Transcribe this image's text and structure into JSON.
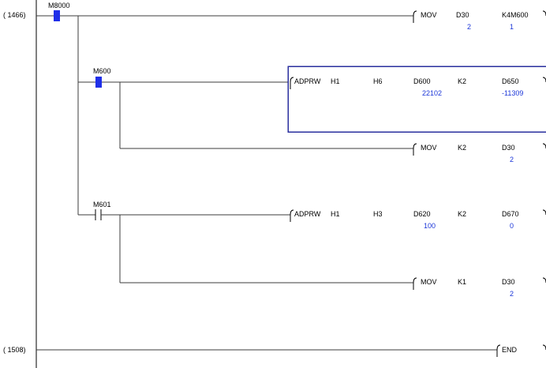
{
  "steps": [
    "( 1466)",
    "( 1508)"
  ],
  "rung1": {
    "contact": "M8000",
    "instruction": {
      "mnemonic": "MOV",
      "src": "D30",
      "dst": "K4M600",
      "src_value": "2",
      "dst_value": "1"
    }
  },
  "branch_m600": {
    "contact": "M600",
    "instruction": {
      "mnemonic": "ADPRW",
      "p1": "H1",
      "p2": "H6",
      "p3": "D600",
      "p4": "K2",
      "p5": "D650",
      "p3_value": "22102",
      "p5_value": "-11309"
    },
    "mov": {
      "mnemonic": "MOV",
      "src": "K2",
      "dst": "D30",
      "dst_value": "2"
    }
  },
  "branch_m601": {
    "contact": "M601",
    "instruction": {
      "mnemonic": "ADPRW",
      "p1": "H1",
      "p2": "H3",
      "p3": "D620",
      "p4": "K2",
      "p5": "D670",
      "p3_value": "100",
      "p5_value": "0"
    },
    "mov": {
      "mnemonic": "MOV",
      "src": "K1",
      "dst": "D30",
      "dst_value": "2"
    }
  },
  "end_rung": {
    "mnemonic": "END"
  },
  "colors": {
    "contact_active": "#1f2fe8",
    "value_text": "#1a35d8",
    "selection": "#2a2f9e"
  }
}
